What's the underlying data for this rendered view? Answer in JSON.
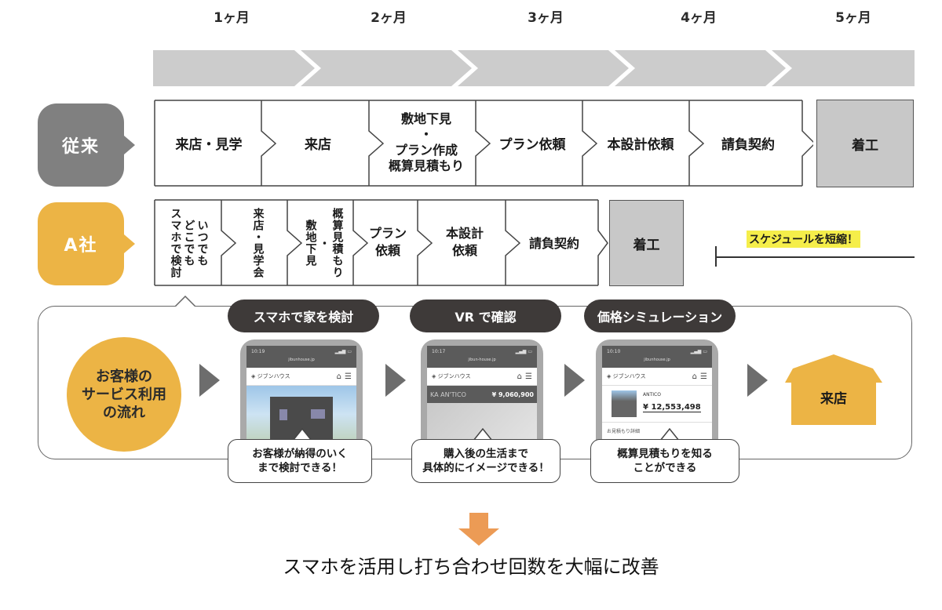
{
  "timeline": {
    "months": [
      "1ヶ月",
      "2ヶ月",
      "3ヶ月",
      "4ヶ月",
      "5ヶ月"
    ],
    "color": "#cccccc"
  },
  "rows": {
    "conventional": {
      "label": "従来",
      "color": "#808080",
      "steps": [
        "来店・見学",
        "来店",
        "敷地下見\n・\nプラン作成\n概算見積もり",
        "プラン依頼",
        "本設計依頼",
        "請負契約"
      ],
      "final": "着工"
    },
    "company_a": {
      "label": "A社",
      "color": "#ecb445",
      "steps": [
        "いつでも\nどこでも\nスマホで検討",
        "来店・見学会",
        "概算見積もり\n・\n敷地下見",
        "プラン\n依頼",
        "本設計\n依頼",
        "請負契約"
      ],
      "final": "着工",
      "shorten_label": "スケジュールを短縮！",
      "highlight_color": "#f5ee4a"
    }
  },
  "flow": {
    "title": "お客様の\nサービス利用\nの流れ",
    "stages": [
      {
        "pill": "スマホで家を検討",
        "callout": "お客様が納得のいく\nまで検討できる！",
        "phone": {
          "time": "10:19",
          "url": "jibunhouse.jp",
          "brand": "ジブンハウス"
        }
      },
      {
        "pill": "VR で確認",
        "callout": "購入後の生活まで\n具体的にイメージできる！",
        "phone": {
          "time": "10:17",
          "url": "jibun-house.jp",
          "brand": "ジブンハウス",
          "model": "KA AN'TICO",
          "price": "¥ 9,060,900"
        }
      },
      {
        "pill": "価格シミュレーション",
        "callout": "概算見積もりを知る\nことができる",
        "phone": {
          "time": "10:10",
          "url": "jibunhouse.jp",
          "brand": "ジブンハウス",
          "model": "ANTICO",
          "price": "¥ 12,553,498",
          "detail": "お見積もり詳細"
        }
      }
    ],
    "destination": "来店"
  },
  "conclusion": "スマホを活用し打ち合わせ回数を大幅に改善",
  "accent_colors": {
    "arrow": "#ec9b55",
    "dark_pill": "#3e3a39",
    "gray_box": "#c8c8c8"
  }
}
